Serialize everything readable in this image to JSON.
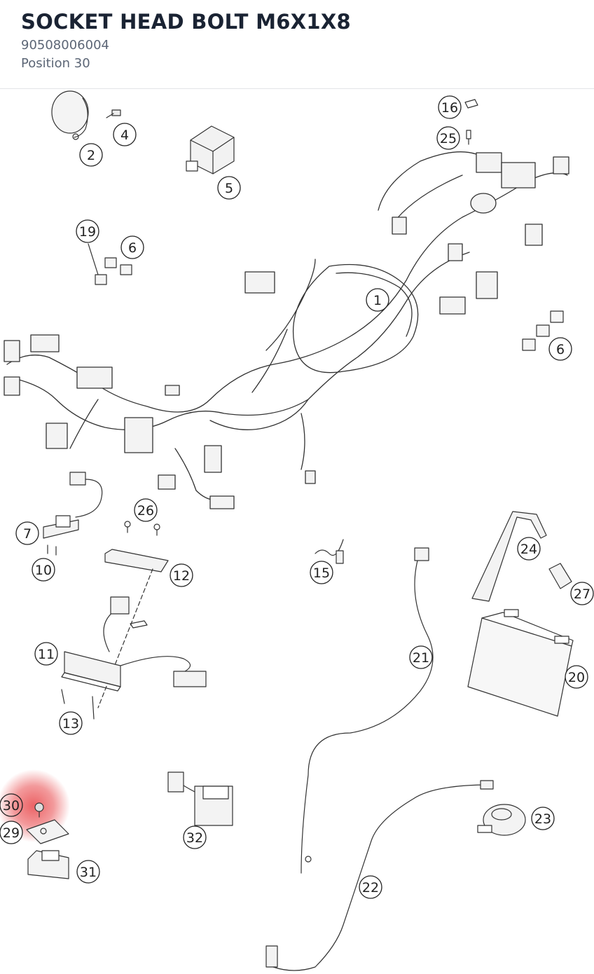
{
  "header": {
    "title": "SOCKET HEAD BOLT M6X1X8",
    "part_number": "90508006004",
    "position": "Position 30"
  },
  "diagram": {
    "highlight_color": "#e8474a",
    "selected_position": "30",
    "callouts": [
      "1",
      "2",
      "4",
      "5",
      "6",
      "6",
      "7",
      "10",
      "11",
      "12",
      "13",
      "15",
      "16",
      "19",
      "20",
      "21",
      "22",
      "23",
      "24",
      "25",
      "26",
      "27",
      "29",
      "30",
      "31",
      "32"
    ]
  }
}
